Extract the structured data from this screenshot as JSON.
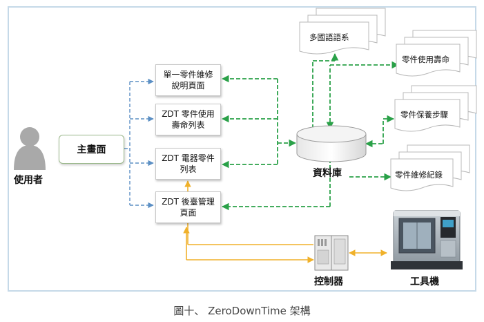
{
  "caption": "圖十、 ZeroDownTime 架構",
  "actors": {
    "user": "使用者",
    "main_page": "主畫面",
    "database": "資料庫",
    "controller": "控制器",
    "machine": "工具機"
  },
  "pages": [
    {
      "line1": "單一零件維修",
      "line2": "說明頁面"
    },
    {
      "line1": "ZDT 零件使用",
      "line2": "壽命列表"
    },
    {
      "line1": "ZDT 電器零件",
      "line2": "列表"
    },
    {
      "line1": "ZDT 後臺管理",
      "line2": "頁面"
    }
  ],
  "documents": {
    "multilang": "多國語語系",
    "lifespan": "零件使用壽命",
    "maintenance_steps": "零件保養步驟",
    "repair_records": "零件維修紀錄"
  },
  "colors": {
    "blue_dashed": "#5b8fc4",
    "green_dashed": "#2aa148",
    "orange": "#f0b12a",
    "frame": "#c5d9e8"
  }
}
